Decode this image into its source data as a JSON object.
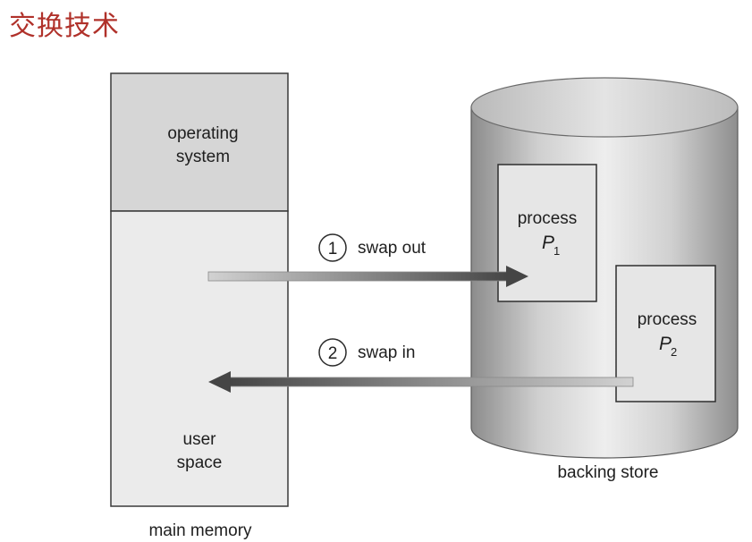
{
  "title": "交换技术",
  "main_memory": {
    "os_label_line1": "operating",
    "os_label_line2": "system",
    "user_label_line1": "user",
    "user_label_line2": "space",
    "caption": "main memory"
  },
  "backing_store": {
    "caption": "backing store",
    "process1": {
      "label": "process",
      "name": "P",
      "subscript": "1"
    },
    "process2": {
      "label": "process",
      "name": "P",
      "subscript": "2"
    }
  },
  "steps": [
    {
      "number": "1",
      "label": "swap out"
    },
    {
      "number": "2",
      "label": "swap in"
    }
  ],
  "colors": {
    "title": "#b0312a",
    "os_region": "#d6d6d6",
    "user_region": "#ebebeb",
    "cylinder_dark": "#8a8a8a",
    "cylinder_light": "#ececec",
    "arrow": "#4a4a4a"
  }
}
